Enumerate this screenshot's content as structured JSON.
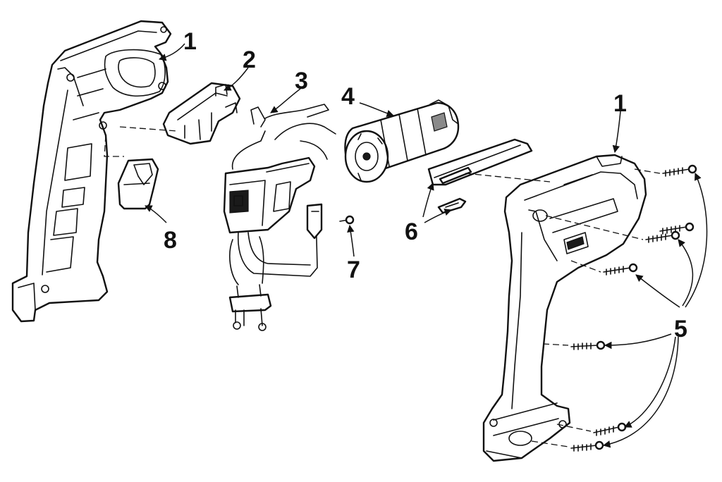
{
  "callouts": {
    "c1_left": "1",
    "c2": "2",
    "c3": "3",
    "c4": "4",
    "c1_right": "1",
    "c6": "6",
    "c7": "7",
    "c8": "8",
    "c5": "5"
  },
  "parts": [
    {
      "label": "1",
      "icon": "housing-half-left-icon"
    },
    {
      "label": "2",
      "icon": "brush-holder-icon"
    },
    {
      "label": "3",
      "icon": "wire-lead-icon"
    },
    {
      "label": "4",
      "icon": "motor-icon"
    },
    {
      "label": "1",
      "icon": "housing-half-right-icon"
    },
    {
      "label": "5",
      "icon": "screw-icon"
    },
    {
      "label": "6",
      "icon": "spring-clip-icon"
    },
    {
      "label": "7",
      "icon": "small-screw-icon"
    },
    {
      "label": "8",
      "icon": "trigger-icon"
    }
  ]
}
